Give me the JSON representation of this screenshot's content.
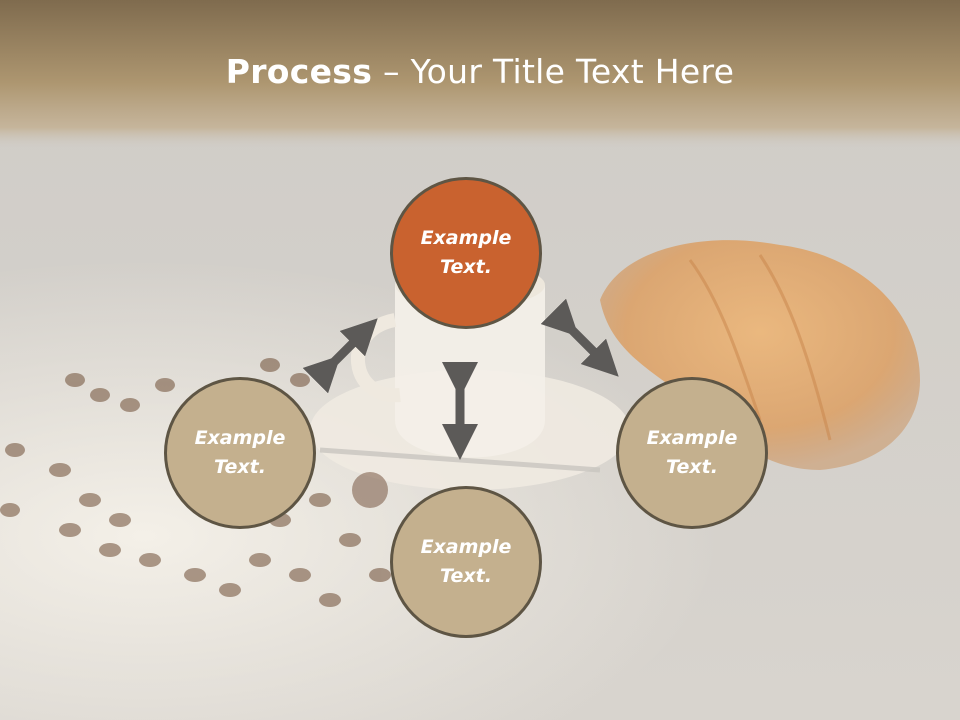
{
  "slide": {
    "title_bold": "Process",
    "title_sep": " – ",
    "title_rest": "Your Title Text Here"
  },
  "nodes": {
    "top": "Example\nText.",
    "left": "Example\nText.",
    "right": "Example\nText.",
    "bottom": "Example\nText."
  },
  "colors": {
    "accent_node": "#c9622f",
    "plain_node": "#c4b08e",
    "node_border": "#5e5544",
    "arrow": "#5c5a58",
    "header": "#ad9670"
  },
  "background_image": "coffee-cup-beans-croissant-photo"
}
